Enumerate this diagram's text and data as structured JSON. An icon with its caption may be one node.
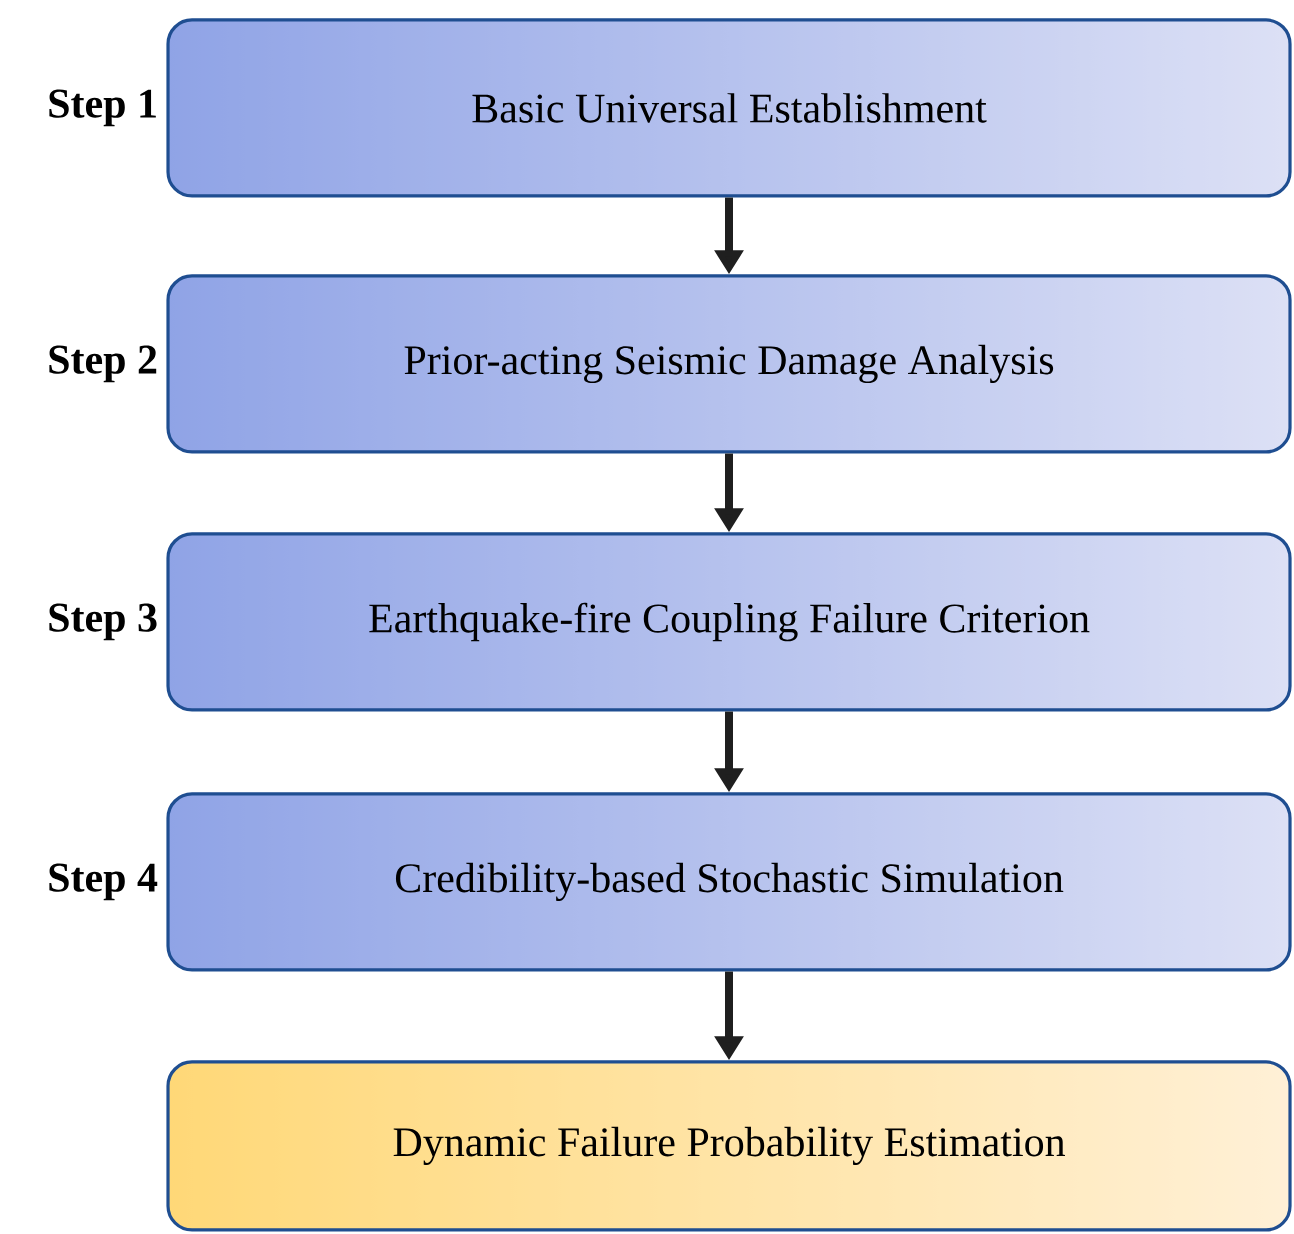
{
  "diagram": {
    "nodes": [
      {
        "text": [
          "Basic Universal Establishment"
        ],
        "beside": [
          "Step 1"
        ]
      },
      {
        "text": [
          "Prior-acting Seismic Damage Analysis"
        ],
        "beside": [
          "Step 2"
        ]
      },
      {
        "text": [
          "Earthquake-fire Coupling Failure Criterion"
        ],
        "beside": [
          "Step 3"
        ]
      },
      {
        "text": [
          "Credibility-based Stochastic Simulation"
        ],
        "beside": [
          "Step 4"
        ]
      },
      {
        "text": [
          "Dynamic Failure Probability Estimation"
        ]
      }
    ],
    "edges": [
      {
        "from": 0,
        "to": 1,
        "arrow": "to"
      },
      {
        "from": 1,
        "to": 2,
        "arrow": "to"
      },
      {
        "from": 2,
        "to": 3,
        "arrow": "to"
      },
      {
        "from": 3,
        "to": 4,
        "arrow": "to"
      }
    ]
  }
}
